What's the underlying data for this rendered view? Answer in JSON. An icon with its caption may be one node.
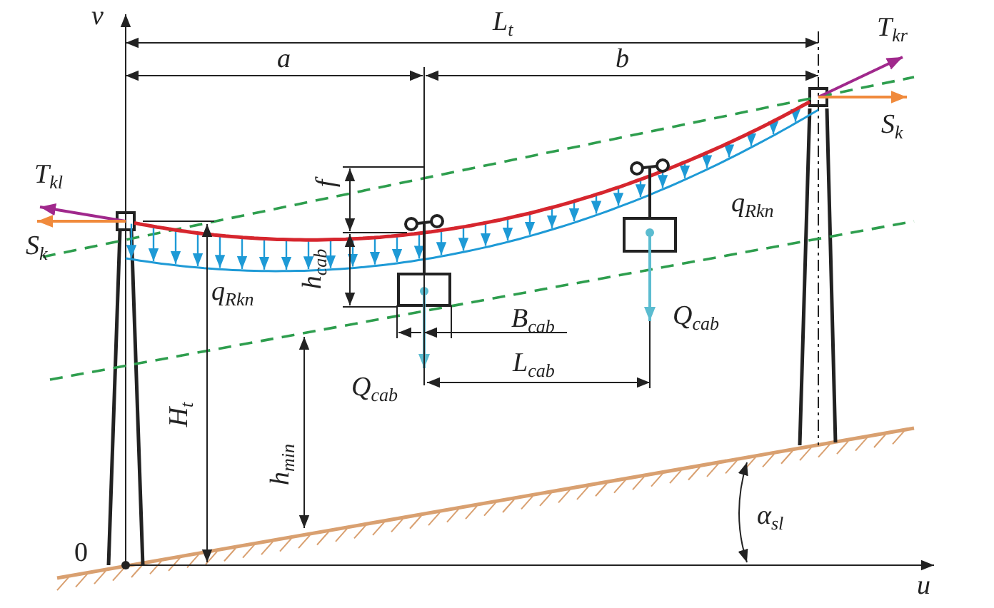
{
  "diagram": {
    "nodes": [
      {
        "text": [],
        "shape": "picture"
      },
      {
        "text": [],
        "shape": "picture"
      }
    ],
    "edges": [
      {
        "from": 0,
        "to": 1,
        "arrow": "none"
      }
    ],
    "labels": [
      "v",
      "L$_{t}$",
      "T$_{kr}$",
      "a",
      "b",
      "S$_{k}$",
      "f",
      "T$_{kl}$",
      "q$_{Rkn}$",
      "S$_{k}$",
      "h$_{cab}$",
      "q$_{Rkn}$",
      "B$_{cab}$",
      "Q$_{cab}$",
      "Q$_{cab}$",
      "L$_{cab}$",
      "H$_{t}$",
      "h$_{min}$",
      "0",
      "α$_{sl}$",
      "u"
    ]
  }
}
